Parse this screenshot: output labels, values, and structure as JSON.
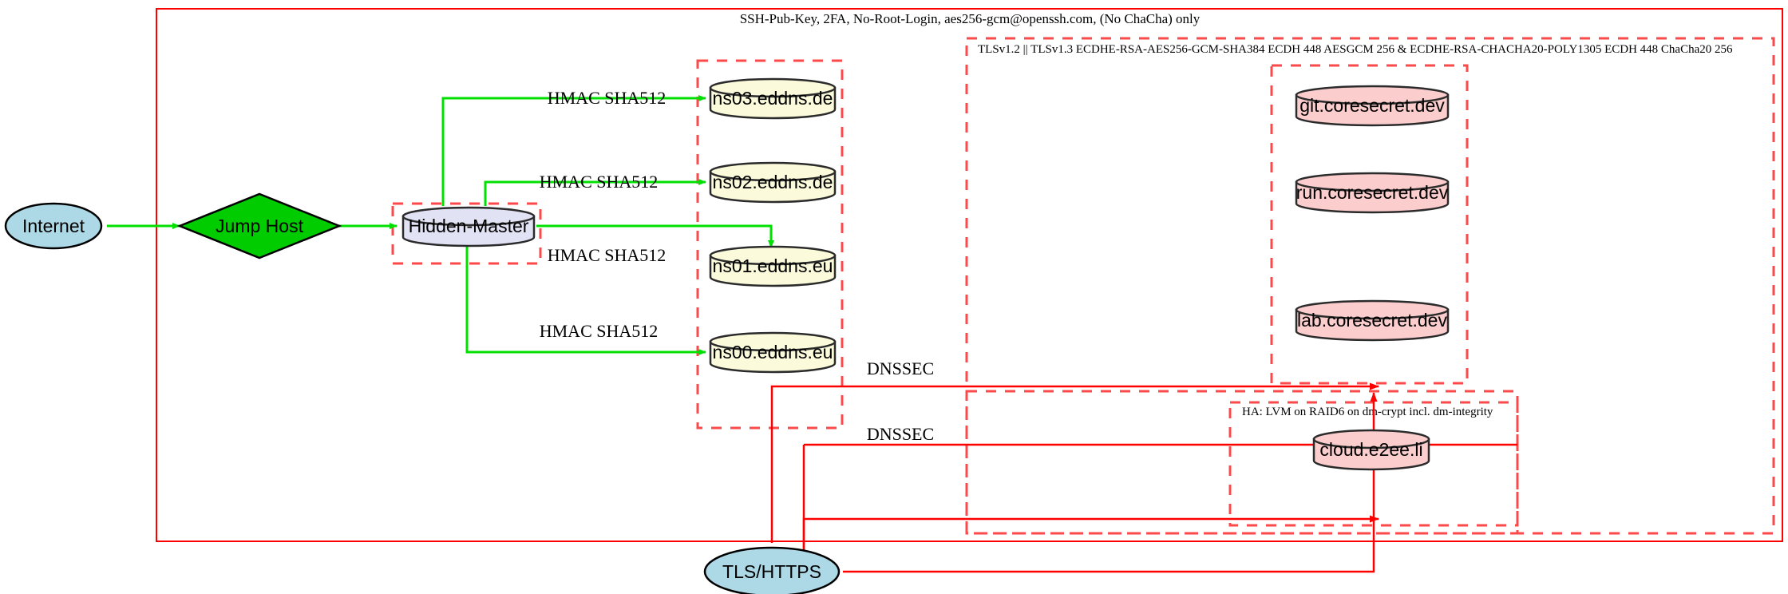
{
  "diagram": {
    "title_boundary_label": "SSH-Pub-Key, 2FA, No-Root-Login, aes256-gcm@openssh.com, (No ChaCha) only",
    "tls_boundary_label": "TLSv1.2 || TLSv1.3 ECDHE-RSA-AES256-GCM-SHA384 ECDH 448 AESGCM 256 & ECDHE-RSA-CHACHA20-POLY1305 ECDH 448 ChaCha20 256",
    "ha_boundary_label": "HA: LVM on RAID6 on dm-crypt incl. dm-integrity"
  },
  "nodes": {
    "internet": {
      "label": "Internet",
      "shape": "ellipse",
      "color": "#add8e6"
    },
    "jump_host": {
      "label": "Jump Host",
      "shape": "diamond",
      "color": "#00cc00"
    },
    "hidden_master": {
      "label": "Hidden-Master",
      "shape": "cylinder",
      "color": "#e2e2f5"
    },
    "tls_https": {
      "label": "TLS/HTTPS",
      "shape": "ellipse",
      "color": "#add8e6"
    },
    "ns03": {
      "label": "ns03.eddns.de",
      "shape": "cylinder",
      "color": "#fbfbdc"
    },
    "ns02": {
      "label": "ns02.eddns.de",
      "shape": "cylinder",
      "color": "#fbfbdc"
    },
    "ns01": {
      "label": "ns01.eddns.eu",
      "shape": "cylinder",
      "color": "#fbfbdc"
    },
    "ns00": {
      "label": "ns00.eddns.eu",
      "shape": "cylinder",
      "color": "#fbfbdc"
    },
    "git": {
      "label": "git.coresecret.dev",
      "shape": "cylinder",
      "color": "#fbcdcd"
    },
    "run": {
      "label": "run.coresecret.dev",
      "shape": "cylinder",
      "color": "#fbcdcd"
    },
    "lab": {
      "label": "lab.coresecret.dev",
      "shape": "cylinder",
      "color": "#fbcdcd"
    },
    "cloud": {
      "label": "cloud.e2ee.li",
      "shape": "cylinder",
      "color": "#fbcdcd"
    }
  },
  "edge_labels": {
    "hmac_ns03": "HMAC SHA512",
    "hmac_ns02": "HMAC SHA512",
    "hmac_ns01": "HMAC SHA512",
    "hmac_ns00": "HMAC SHA512",
    "dnssec_upper": "DNSSEC",
    "dnssec_lower": "DNSSEC"
  },
  "colors": {
    "boundary_solid": "#ff0000",
    "boundary_dashed": "#fc4a4a",
    "green_edge": "#00e000",
    "red_edge": "#ff0000"
  }
}
